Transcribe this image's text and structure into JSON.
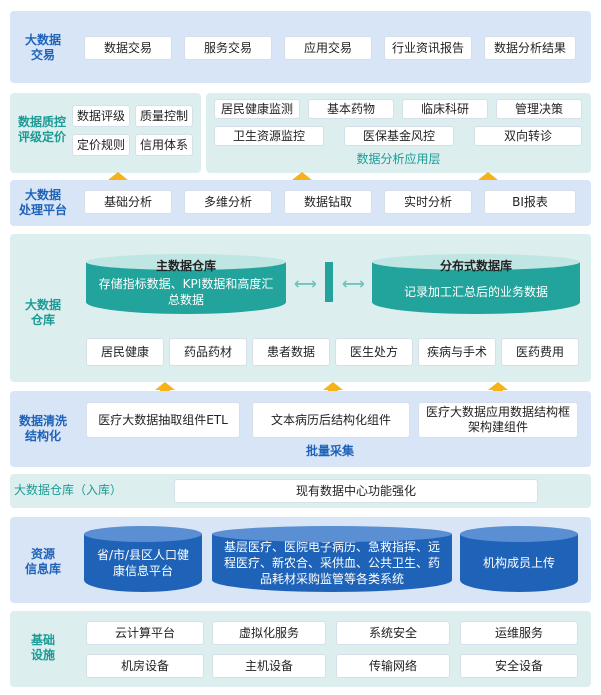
{
  "trade": {
    "label": "大数据\n交易",
    "items": [
      "数据交易",
      "服务交易",
      "应用交易",
      "行业资讯报告",
      "数据分析结果"
    ]
  },
  "quality": {
    "label": "数据质控\n评级定价",
    "items": [
      "数据评级",
      "质量控制",
      "定价规则",
      "信用体系"
    ]
  },
  "apps": {
    "row1": [
      "居民健康监测",
      "基本药物",
      "临床科研",
      "管理决策"
    ],
    "row2": [
      "卫生资源监控",
      "医保基金风控",
      "双向转诊"
    ],
    "footer": "数据分析应用层"
  },
  "processing": {
    "label": "大数据\n处理平台",
    "items": [
      "基础分析",
      "多维分析",
      "数据钻取",
      "实时分析",
      "BI报表"
    ]
  },
  "warehouse": {
    "label": "大数据\n仓库",
    "master_title": "主数据仓库",
    "master_text": "存储指标数据、KPI数据和高度汇总数据",
    "dist_title": "分布式数据库",
    "dist_text": "记录加工汇总后的业务数据",
    "items": [
      "居民健康",
      "药品药材",
      "患者数据",
      "医生处方",
      "疾病与手术",
      "医药费用"
    ]
  },
  "cleaning": {
    "label": "数据清洗\n结构化",
    "items": [
      "医疗大数据抽取组件ETL",
      "文本病历后结构化组件",
      "医疗大数据应用数据结构框架构建组件"
    ],
    "footer": "批量采集"
  },
  "inbound": {
    "label": "大数据仓库（入库）",
    "item": "现有数据中心功能强化"
  },
  "resources": {
    "label": "资源\n信息库",
    "items": [
      "省/市/县区人口健康信息平台",
      "基层医疗、医院电子病历、急救指挥、远程医疗、新农合、采供血、公共卫生、药品耗材采购监管等各类系统",
      "机构成员上传"
    ]
  },
  "infra": {
    "label": "基础\n设施",
    "row1": [
      "云计算平台",
      "虚拟化服务",
      "系统安全",
      "运维服务"
    ],
    "row2": [
      "机房设备",
      "主机设备",
      "传输网络",
      "安全设备"
    ]
  },
  "colors": {
    "primary_blue": "#1f63b8",
    "teal": "#22a39c",
    "arrow": "#f5b21a",
    "panel_blue": "#d8e5f6",
    "panel_green": "#dcefee"
  }
}
